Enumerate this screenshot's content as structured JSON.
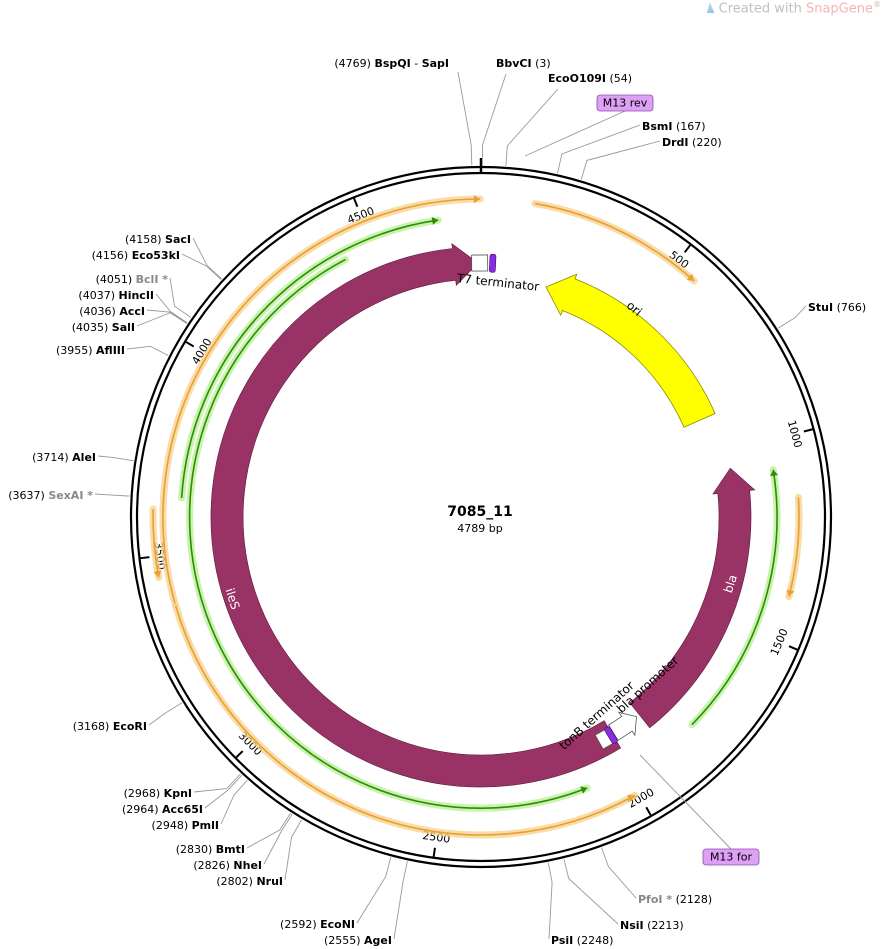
{
  "watermark": {
    "prefix": "Created with ",
    "brand": "SnapGene",
    "reg": "®"
  },
  "plasmid": {
    "name": "7085_11",
    "size_label": "4789 bp",
    "length": 4789
  },
  "ticks": [
    {
      "pos": 500,
      "label": "500"
    },
    {
      "pos": 1000,
      "label": "1000"
    },
    {
      "pos": 1500,
      "label": "1500"
    },
    {
      "pos": 2000,
      "label": "2000"
    },
    {
      "pos": 2500,
      "label": "2500"
    },
    {
      "pos": 3000,
      "label": "3000"
    },
    {
      "pos": 3500,
      "label": "3500"
    },
    {
      "pos": 4000,
      "label": "4000"
    },
    {
      "pos": 4500,
      "label": "4500"
    }
  ],
  "sites": [
    {
      "name": "BspQI",
      "pair": "SapI",
      "pos": "4769",
      "at": 4769,
      "side": "top",
      "faded": false
    },
    {
      "name": "BbvCI",
      "pos": "3",
      "at": 3,
      "side": "top",
      "faded": false
    },
    {
      "name": "EcoO109I",
      "pos": "54",
      "at": 54,
      "side": "top",
      "faded": false
    },
    {
      "name": "BsmI",
      "pos": "167",
      "at": 167,
      "side": "right",
      "faded": false
    },
    {
      "name": "DrdI",
      "pos": "220",
      "at": 220,
      "side": "right",
      "faded": false
    },
    {
      "name": "StuI",
      "pos": "766",
      "at": 766,
      "side": "right",
      "faded": false
    },
    {
      "name": "PfoI *",
      "pos": "2128",
      "at": 2128,
      "side": "right",
      "faded": true
    },
    {
      "name": "NsiI",
      "pos": "2213",
      "at": 2213,
      "side": "right",
      "faded": false
    },
    {
      "name": "PsiI",
      "pos": "2248",
      "at": 2248,
      "side": "right",
      "faded": false
    },
    {
      "name": "AgeI",
      "pos": "2555",
      "at": 2555,
      "side": "left",
      "faded": false
    },
    {
      "name": "EcoNI",
      "pos": "2592",
      "at": 2592,
      "side": "left",
      "faded": false
    },
    {
      "name": "NruI",
      "pos": "2802",
      "at": 2802,
      "side": "left",
      "faded": false
    },
    {
      "name": "NheI",
      "pos": "2826",
      "at": 2826,
      "side": "left",
      "faded": false
    },
    {
      "name": "BmtI",
      "pos": "2830",
      "at": 2830,
      "side": "left",
      "faded": false
    },
    {
      "name": "PmlI",
      "pos": "2948",
      "at": 2948,
      "side": "left",
      "faded": false
    },
    {
      "name": "Acc65I",
      "pos": "2964",
      "at": 2964,
      "side": "left",
      "faded": false
    },
    {
      "name": "KpnI",
      "pos": "2968",
      "at": 2968,
      "side": "left",
      "faded": false
    },
    {
      "name": "EcoRI",
      "pos": "3168",
      "at": 3168,
      "side": "left",
      "faded": false
    },
    {
      "name": "SexAI *",
      "pos": "3637",
      "at": 3637,
      "side": "left",
      "faded": true
    },
    {
      "name": "AleI",
      "pos": "3714",
      "at": 3714,
      "side": "left",
      "faded": false
    },
    {
      "name": "AflIII",
      "pos": "3955",
      "at": 3955,
      "side": "left",
      "faded": false
    },
    {
      "name": "SalI",
      "pos": "4035",
      "at": 4035,
      "side": "left",
      "faded": false
    },
    {
      "name": "AccI",
      "pos": "4036",
      "at": 4036,
      "side": "left",
      "faded": false
    },
    {
      "name": "HincII",
      "pos": "4037",
      "at": 4037,
      "side": "left",
      "faded": false
    },
    {
      "name": "BclI *",
      "pos": "4051",
      "at": 4051,
      "side": "left",
      "faded": true
    },
    {
      "name": "Eco53kI",
      "pos": "4156",
      "at": 4156,
      "side": "left",
      "faded": false
    },
    {
      "name": "SacI",
      "pos": "4158",
      "at": 4158,
      "side": "left",
      "faded": false
    }
  ],
  "primers": [
    {
      "name": "M13 rev",
      "at": 70
    },
    {
      "name": "M13 for",
      "at": 2090
    }
  ],
  "features": {
    "ori": {
      "name": "ori",
      "color": "#ffff00",
      "stroke": "#8a8a00"
    },
    "ileS": {
      "name": "ileS",
      "color": "#993366"
    },
    "bla": {
      "name": "bla",
      "color": "#993366"
    },
    "bla_promoter": {
      "name": "bla promoter"
    },
    "tonB_terminator": {
      "name": "tonB terminator"
    },
    "T7_terminator": {
      "name": "T7 terminator"
    }
  },
  "colors": {
    "orf_orange": "#e8a030",
    "orf_green": "#2e8b0a",
    "primer": "#dda0f5",
    "marker": "#8a2be2"
  }
}
